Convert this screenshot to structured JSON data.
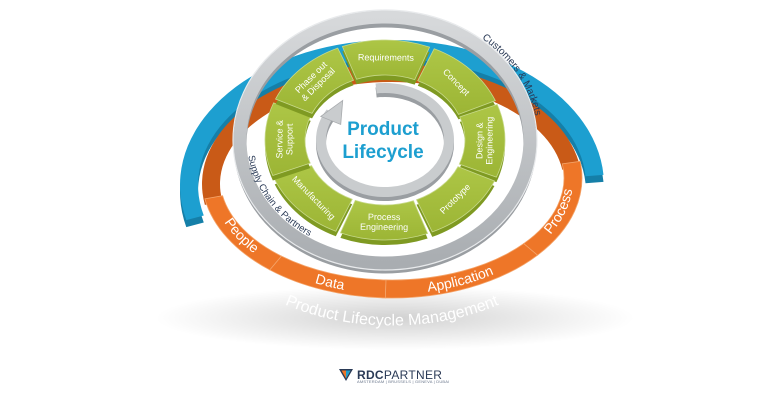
{
  "diagram": {
    "center": {
      "line1": "Product",
      "line2": "Lifecycle"
    },
    "stages": [
      "Requirements",
      "Concept",
      "Design & Engineering",
      "Prototype",
      "Process Engineering",
      "Manufacturing",
      "Service & Support",
      "Phase out & Disposal"
    ],
    "outer_ring": {
      "top_label": "Customers & Markets",
      "left_label": "Supply Chain & Partners"
    },
    "orange_band": [
      "People",
      "Data",
      "Application",
      "Process"
    ],
    "blue_band": {
      "label": "Product Lifecycle Management"
    }
  },
  "logo": {
    "brand_bold": "RDC",
    "brand_light": "PARTNER",
    "tagline": "AMSTERDAM | BRUSSELS | GENEVA | DUBAI"
  },
  "colors": {
    "green": "#9cb535",
    "green_dark": "#7f9a22",
    "orange": "#ee7628",
    "blue": "#1d9fd0",
    "center_text": "#1d9fd0",
    "ring_gray": "#bfc2c5",
    "arc_text": "#2a3a56"
  }
}
